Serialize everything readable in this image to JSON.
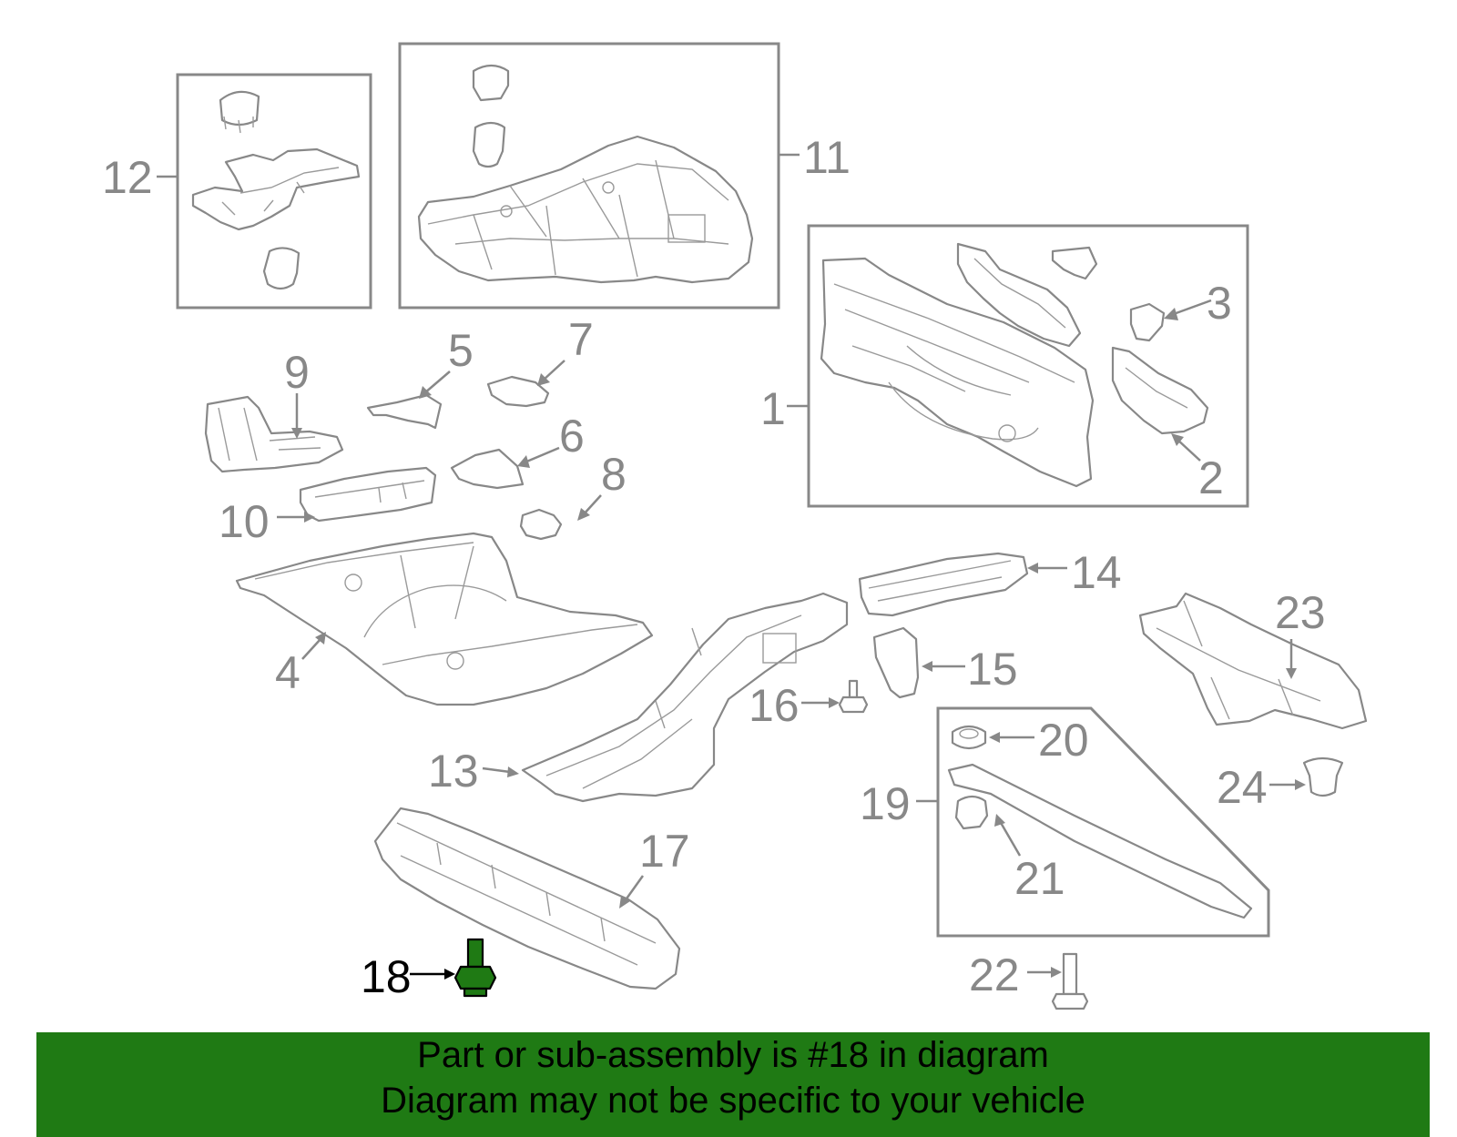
{
  "callouts": {
    "c1": "1",
    "c2": "2",
    "c3": "3",
    "c4": "4",
    "c5": "5",
    "c6": "6",
    "c7": "7",
    "c8": "8",
    "c9": "9",
    "c10": "10",
    "c11": "11",
    "c12": "12",
    "c13": "13",
    "c14": "14",
    "c15": "15",
    "c16": "16",
    "c17": "17",
    "c18": "18",
    "c19": "19",
    "c20": "20",
    "c21": "21",
    "c22": "22",
    "c23": "23",
    "c24": "24"
  },
  "highlight": {
    "part": "18",
    "color": "#1f7a14"
  },
  "banner": {
    "line1": "Part or sub-assembly is #18 in diagram",
    "line2": "Diagram may not be specific to your vehicle",
    "background": "#1f7a14"
  },
  "colors": {
    "linework": "#888888",
    "highlight_outline": "#000000"
  }
}
